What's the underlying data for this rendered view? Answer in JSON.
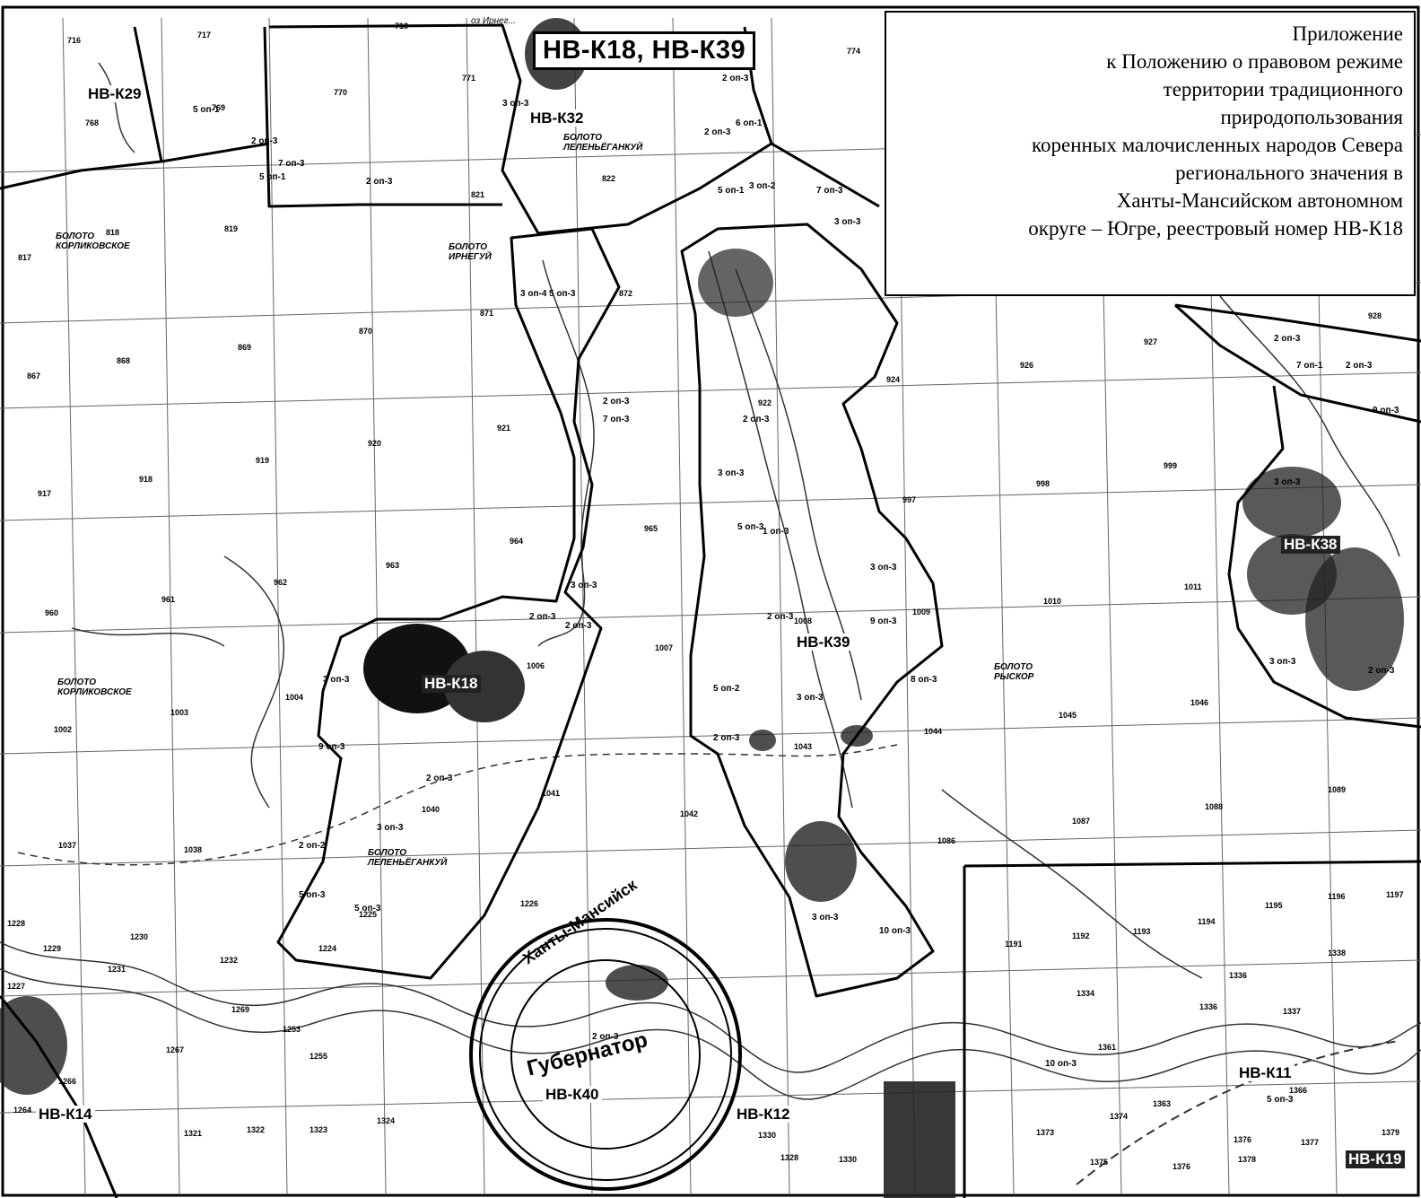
{
  "map_title": "НВ-К18, НВ-К39",
  "appendix": {
    "lines": [
      "Приложение",
      "к Положению о правовом режиме",
      "территории традиционного",
      "природопользования",
      "коренных малочисленных народов Севера",
      "регионального значения в",
      "Ханты-Мансийском автономном",
      "округе – Югре, реестровый номер НВ-К18"
    ]
  },
  "territory_labels": {
    "k18": "НВ-К18",
    "k39": "НВ-К39",
    "k29": "НВ-К29",
    "k32": "НВ-К32",
    "k38": "НВ-К38",
    "k40": "НВ-К40",
    "k14": "НВ-К14",
    "k12": "НВ-К12",
    "k11": "НВ-К11",
    "k19": "НВ-К19"
  },
  "place_labels": {
    "lake_top": "оз Ирнег...",
    "bolotо_lelen_top": "БОЛОТО ЛЕЛЕНЬЁГАНКУЙ",
    "bolotо_korlik_top": "БОЛОТО КОРЛИКОВСКОЕ",
    "bolotо_irnegui": "БОЛОТО ИРНЕГУЙ",
    "bolotо_korlik_mid": "БОЛОТО КОРЛИКОВСКОЕ",
    "bolotо_lelen_bottom": "БОЛОТО ЛЕЛЕНЬЁГАНКУЙ",
    "bolotо_ryskor": "БОЛОТО РЫСКОР",
    "stamp": "Губернатор",
    "stamp_ring": "Ханты-Мансийск"
  },
  "colors": {
    "ink": "#000000",
    "paper": "#ffffff",
    "grid": "#555555",
    "dark_fill": "#222222"
  }
}
